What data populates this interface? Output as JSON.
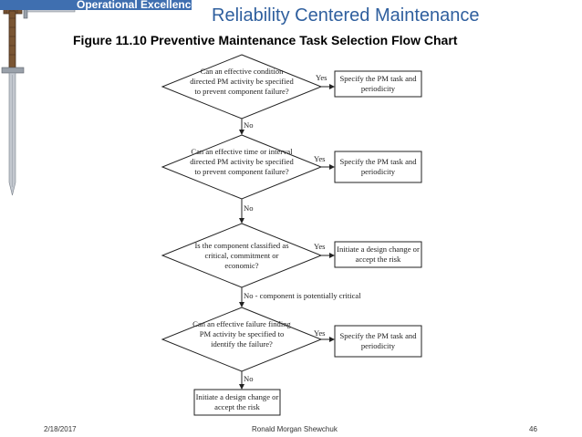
{
  "header": {
    "section_label": "Operational Excellence",
    "title": "Reliability Centered Maintenance",
    "figure_title": "Figure 11.10  Preventive Maintenance Task Selection Flow Chart"
  },
  "flowchart": {
    "decisions": [
      {
        "text": "Can an effective condition directed PM activity be specified to prevent component failure?",
        "yes_label": "Yes",
        "yes_action": "Specify the PM task and periodicity",
        "no_label": "No"
      },
      {
        "text": "Can an effective time or interval directed PM activity be specified to prevent component failure?",
        "yes_label": "Yes",
        "yes_action": "Specify the PM task and periodicity",
        "no_label": "No"
      },
      {
        "text": "Is the component classified as critical, commitment or economic?",
        "yes_label": "Yes",
        "yes_action": "Initiate a design change or accept the risk",
        "no_label": "No - component is potentially critical"
      },
      {
        "text": "Can an effective failure finding PM activity be specified to identify the failure?",
        "yes_label": "Yes",
        "yes_action": "Specify the PM task and periodicity",
        "no_label": "No"
      }
    ],
    "final_action": "Initiate a design change or accept the risk"
  },
  "footer": {
    "date": "2/18/2017",
    "author": "Ronald Morgan Shewchuk",
    "page": "46"
  },
  "colors": {
    "header_band": "#3f6fb0",
    "title": "#2f5f9e",
    "sword_blade": "#b9bec6",
    "sword_handle": "#6b4a2e"
  }
}
